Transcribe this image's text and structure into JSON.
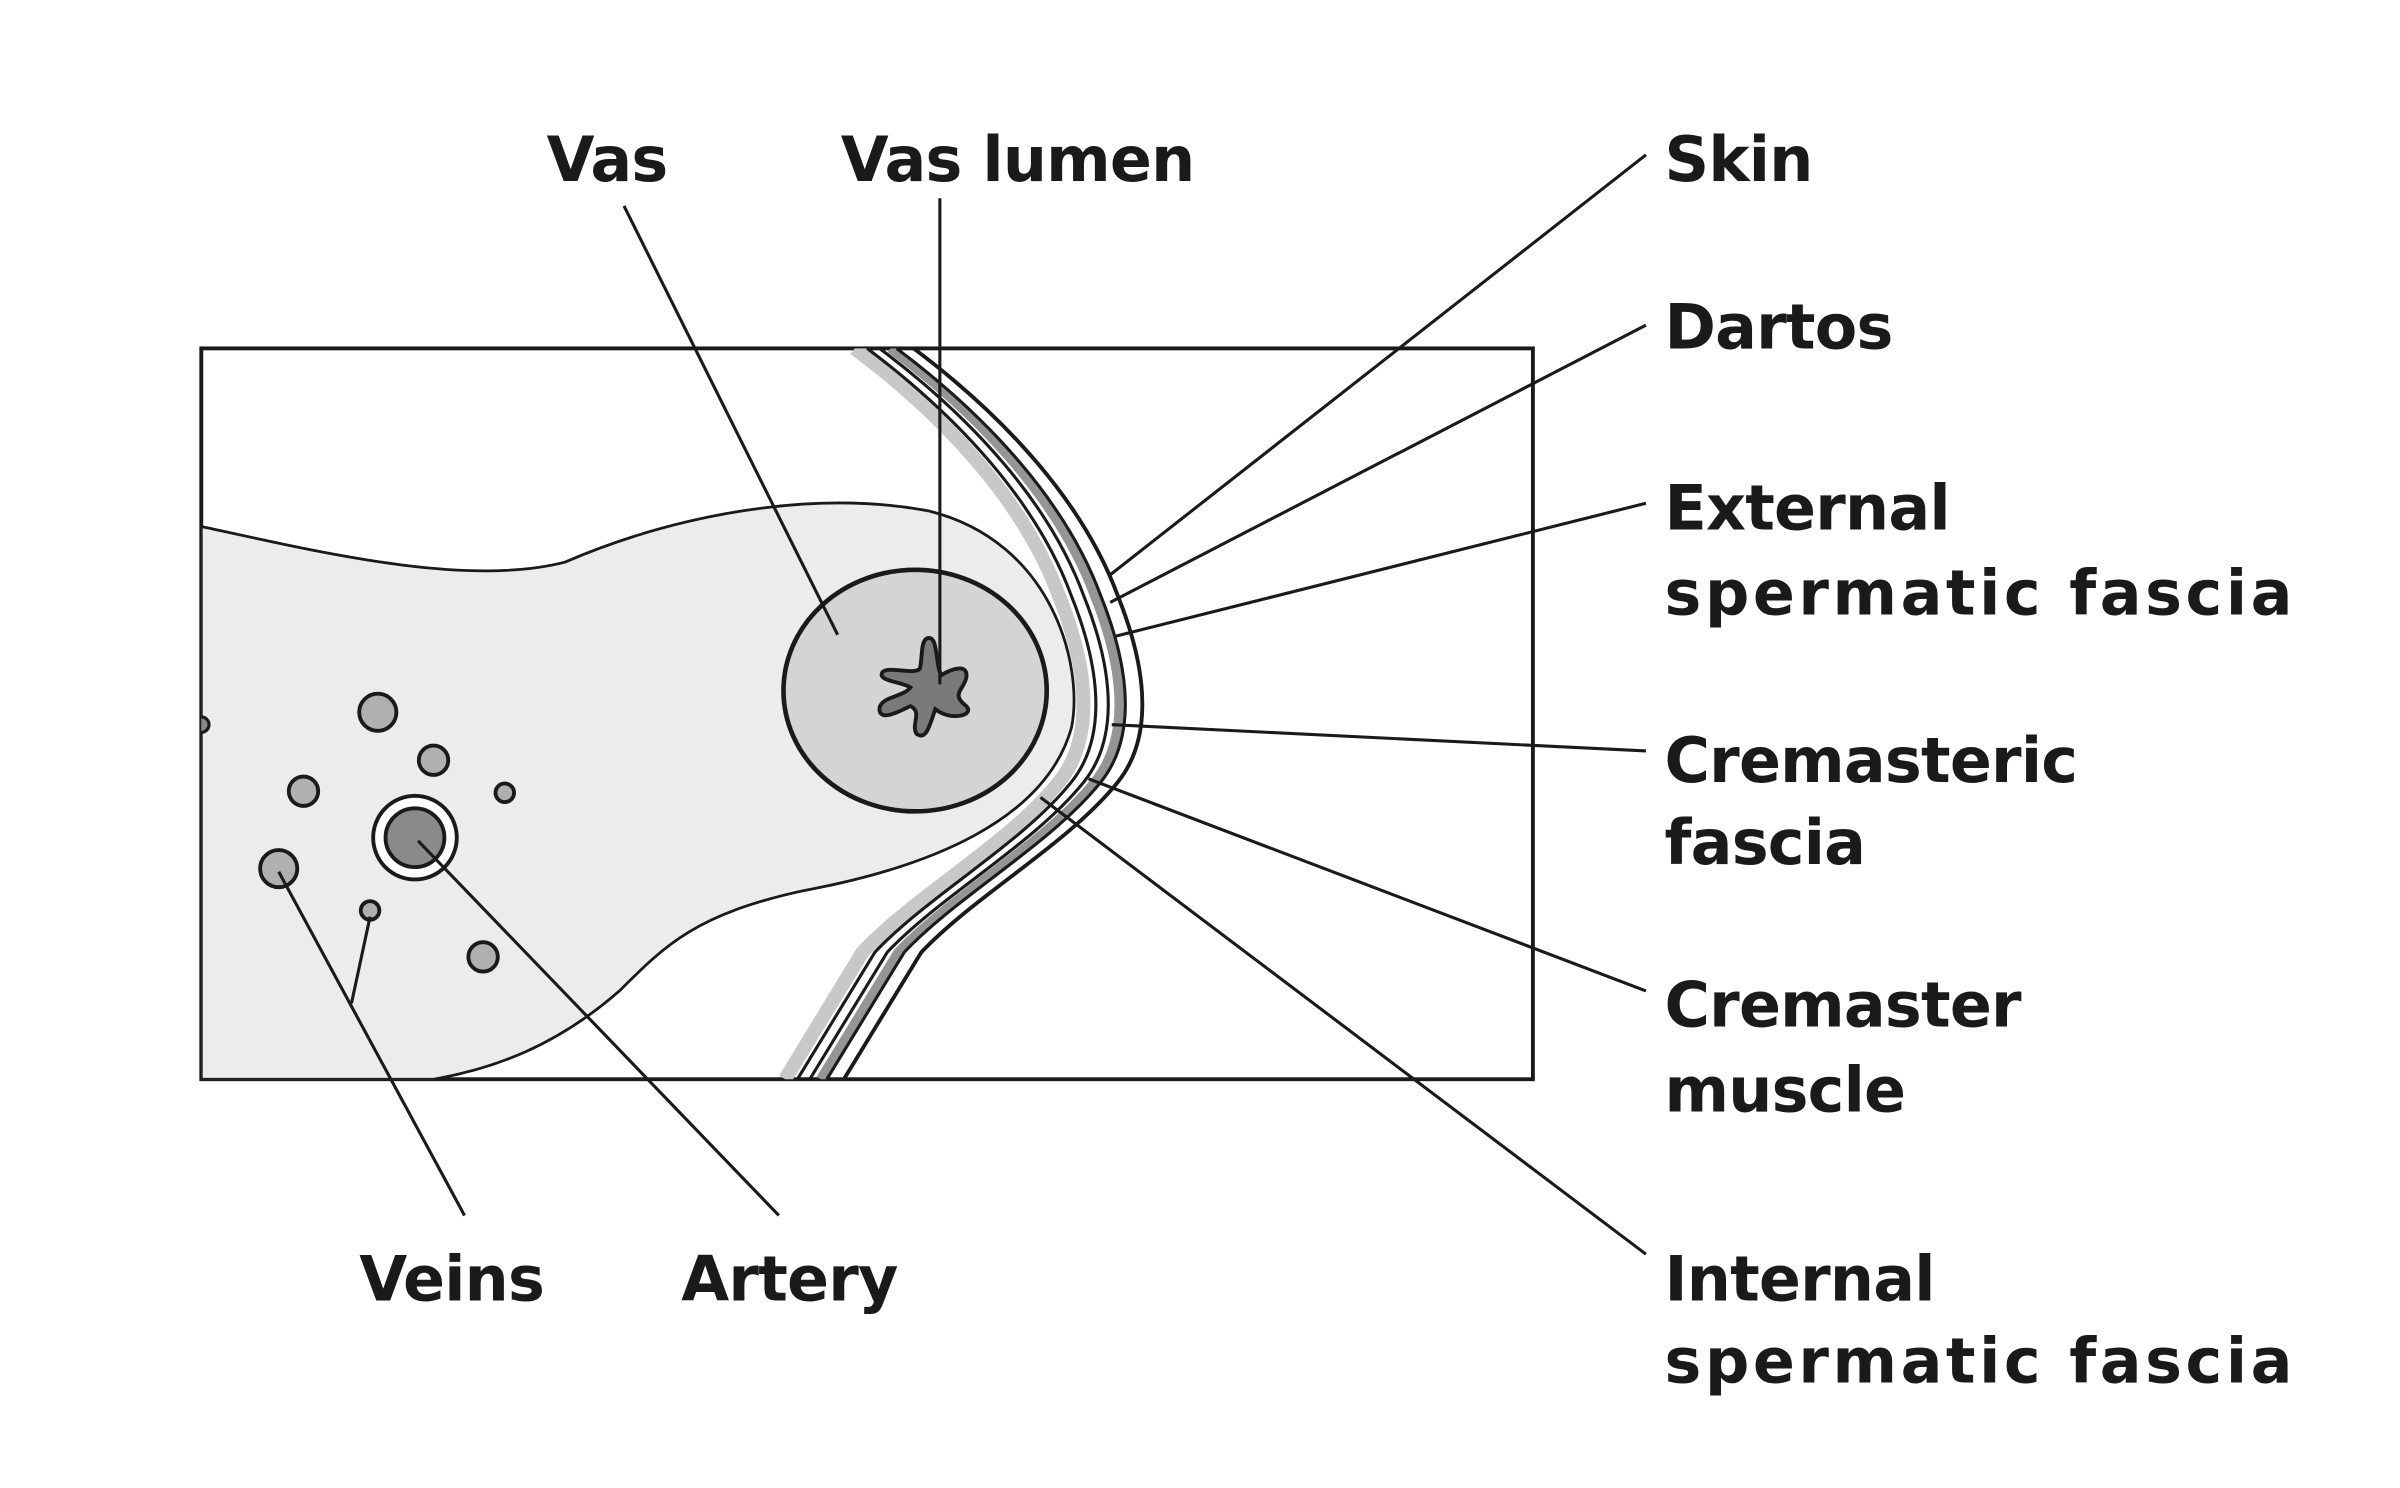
{
  "title": "Cross-section of spermatic cord and scrotal layers",
  "labels": {
    "vas": "Vas",
    "vas_lumen": "Vas lumen",
    "skin": "Skin",
    "dartos": "Dartos",
    "external_1": "External",
    "external_2": "spermatic fascia",
    "cremasteric_1": "Cremasteric",
    "cremasteric_2": "fascia",
    "cremaster_1": "Cremaster",
    "cremaster_2": "muscle",
    "internal_1": "Internal",
    "internal_2": "spermatic fascia",
    "veins": "Veins",
    "artery": "Artery"
  },
  "colors": {
    "cord_fill": "#ececec",
    "vas_fill": "#d4d4d4",
    "lumen_fill": "#7a7a7a",
    "vein_fill": "#b0b0b0",
    "artery_fill": "#8a8a8a",
    "dartos_band": "#959595",
    "cremaster_band": "#c8c8c8",
    "line": "#1a1a1a"
  }
}
